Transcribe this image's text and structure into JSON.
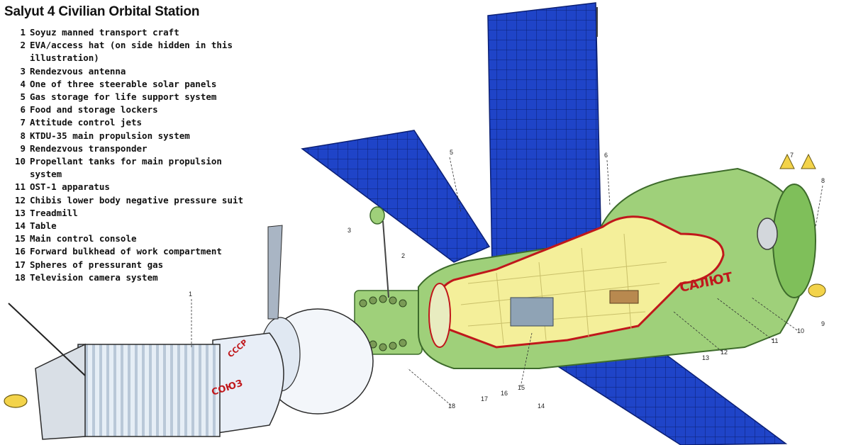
{
  "title": "Salyut 4 Civilian Orbital Station",
  "legend": [
    {
      "num": "1",
      "text": "Soyuz manned transport craft"
    },
    {
      "num": "2",
      "text": "EVA/access hat (on side hidden in this illustration)"
    },
    {
      "num": "3",
      "text": "Rendezvous antenna"
    },
    {
      "num": "4",
      "text": "One of three steerable solar panels"
    },
    {
      "num": "5",
      "text": "Gas storage for life support system"
    },
    {
      "num": "6",
      "text": "Food and storage lockers"
    },
    {
      "num": "7",
      "text": "Attitude control jets"
    },
    {
      "num": "8",
      "text": "KTDU-35 main propulsion system"
    },
    {
      "num": "9",
      "text": "Rendezvous transponder"
    },
    {
      "num": "10",
      "text": "Propellant tanks for main propulsion system"
    },
    {
      "num": "11",
      "text": "OST-1 apparatus"
    },
    {
      "num": "12",
      "text": "Chibis lower body negative pressure suit"
    },
    {
      "num": "13",
      "text": "Treadmill"
    },
    {
      "num": "14",
      "text": "Table"
    },
    {
      "num": "15",
      "text": "Main control console"
    },
    {
      "num": "16",
      "text": "Forward bulkhead of work compartment"
    },
    {
      "num": "17",
      "text": "Spheres of pressurant gas"
    },
    {
      "num": "18",
      "text": "Television camera system"
    }
  ],
  "station_label": "САЛЮТ",
  "soyuz_label": "СОЮЗ",
  "soyuz_label_short": "СССР",
  "callouts": [
    "1",
    "2",
    "3",
    "5",
    "6",
    "7",
    "8",
    "9",
    "10",
    "11",
    "12",
    "13",
    "14",
    "15",
    "16",
    "17",
    "18"
  ],
  "colors": {
    "station_green": "#9fd07a",
    "station_dark_green": "#6aa84f",
    "panel_blue": "#1d3fbf",
    "interior_yellow": "#f4ef9a",
    "red_outline": "#c0171b",
    "soyuz_blue": "#a9c9ee"
  }
}
